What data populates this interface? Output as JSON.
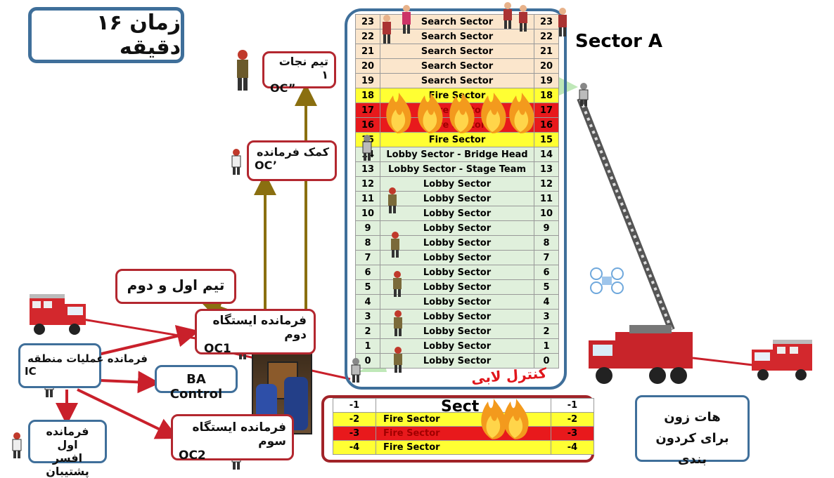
{
  "title": "زمان ۱۶ دقیقه",
  "sector_a": "Sector A",
  "building_floors": [
    {
      "floor": "23",
      "label": "Search Sector",
      "zone": "search"
    },
    {
      "floor": "22",
      "label": "Search Sector",
      "zone": "search"
    },
    {
      "floor": "21",
      "label": "Search Sector",
      "zone": "search"
    },
    {
      "floor": "20",
      "label": "Search Sector",
      "zone": "search"
    },
    {
      "floor": "19",
      "label": "Search Sector",
      "zone": "search"
    },
    {
      "floor": "18",
      "label": "Fire Sector",
      "zone": "fire"
    },
    {
      "floor": "17",
      "label": "Fire Sector",
      "zone": "fire-hot"
    },
    {
      "floor": "16",
      "label": "Fire Sector",
      "zone": "fire-hot"
    },
    {
      "floor": "15",
      "label": "Fire Sector",
      "zone": "fire"
    },
    {
      "floor": "14",
      "label": "Lobby Sector - Bridge Head",
      "zone": "lobby"
    },
    {
      "floor": "13",
      "label": "Lobby Sector - Stage Team",
      "zone": "lobby"
    },
    {
      "floor": "12",
      "label": "Lobby Sector",
      "zone": "lobby"
    },
    {
      "floor": "11",
      "label": "Lobby Sector",
      "zone": "lobby"
    },
    {
      "floor": "10",
      "label": "Lobby Sector",
      "zone": "lobby"
    },
    {
      "floor": "9",
      "label": "Lobby Sector",
      "zone": "lobby"
    },
    {
      "floor": "8",
      "label": "Lobby Sector",
      "zone": "lobby"
    },
    {
      "floor": "7",
      "label": "Lobby Sector",
      "zone": "lobby"
    },
    {
      "floor": "6",
      "label": "Lobby Sector",
      "zone": "lobby"
    },
    {
      "floor": "5",
      "label": "Lobby Sector",
      "zone": "lobby"
    },
    {
      "floor": "4",
      "label": "Lobby Sector",
      "zone": "lobby"
    },
    {
      "floor": "3",
      "label": "Lobby Sector",
      "zone": "lobby"
    },
    {
      "floor": "2",
      "label": "Lobby Sector",
      "zone": "lobby"
    },
    {
      "floor": "1",
      "label": "Lobby Sector",
      "zone": "lobby"
    },
    {
      "floor": "0",
      "label": "Lobby Sector",
      "zone": "lobby"
    }
  ],
  "basement_floors": [
    {
      "floor": "-1",
      "label": "",
      "zone": "white"
    },
    {
      "floor": "-2",
      "label": "Fire Sector",
      "zone": "fire"
    },
    {
      "floor": "-3",
      "label": "Fire Sector",
      "zone": "fire-hot"
    },
    {
      "floor": "-4",
      "label": "Fire Sector",
      "zone": "fire"
    }
  ],
  "basement_sector_label": "Sect",
  "lobby_control_label": "کنترل لابی",
  "boxes": {
    "rescue_team": {
      "line1": "تیم نجات ۱",
      "line2": "OC”"
    },
    "assistant_commander": {
      "line1": "کمک فرمانده",
      "line2": "OC’"
    },
    "teams_one_two": {
      "line1": "تیم اول و دوم"
    },
    "station2_commander": {
      "line1": "فرمانده ایستگاه دوم",
      "line2": "OC1"
    },
    "area_ops_commander": {
      "line1": "فرمانده عملیات منطقه",
      "line2": "IC"
    },
    "ba_control": {
      "line1": "BA Control"
    },
    "station3_commander": {
      "line1": "فرمانده ایستگاه سوم",
      "line2": "OC2"
    },
    "first_commander": {
      "line1": "فرمانده اول",
      "line2": "افسر پشتیبان"
    },
    "hot_zone": {
      "line1": "هات زون",
      "line2": "برای کردون بندی"
    }
  },
  "colors": {
    "search": "#fbe6cc",
    "fire": "#ffff33",
    "fire-hot": "#e8191c",
    "lobby": "#e0f0dc",
    "white": "#ffffff",
    "red_border": "#b3272f",
    "blue_border": "#3f6f9a",
    "olive_arrow": "#8a6f10",
    "red_arrow": "#c9202b"
  }
}
